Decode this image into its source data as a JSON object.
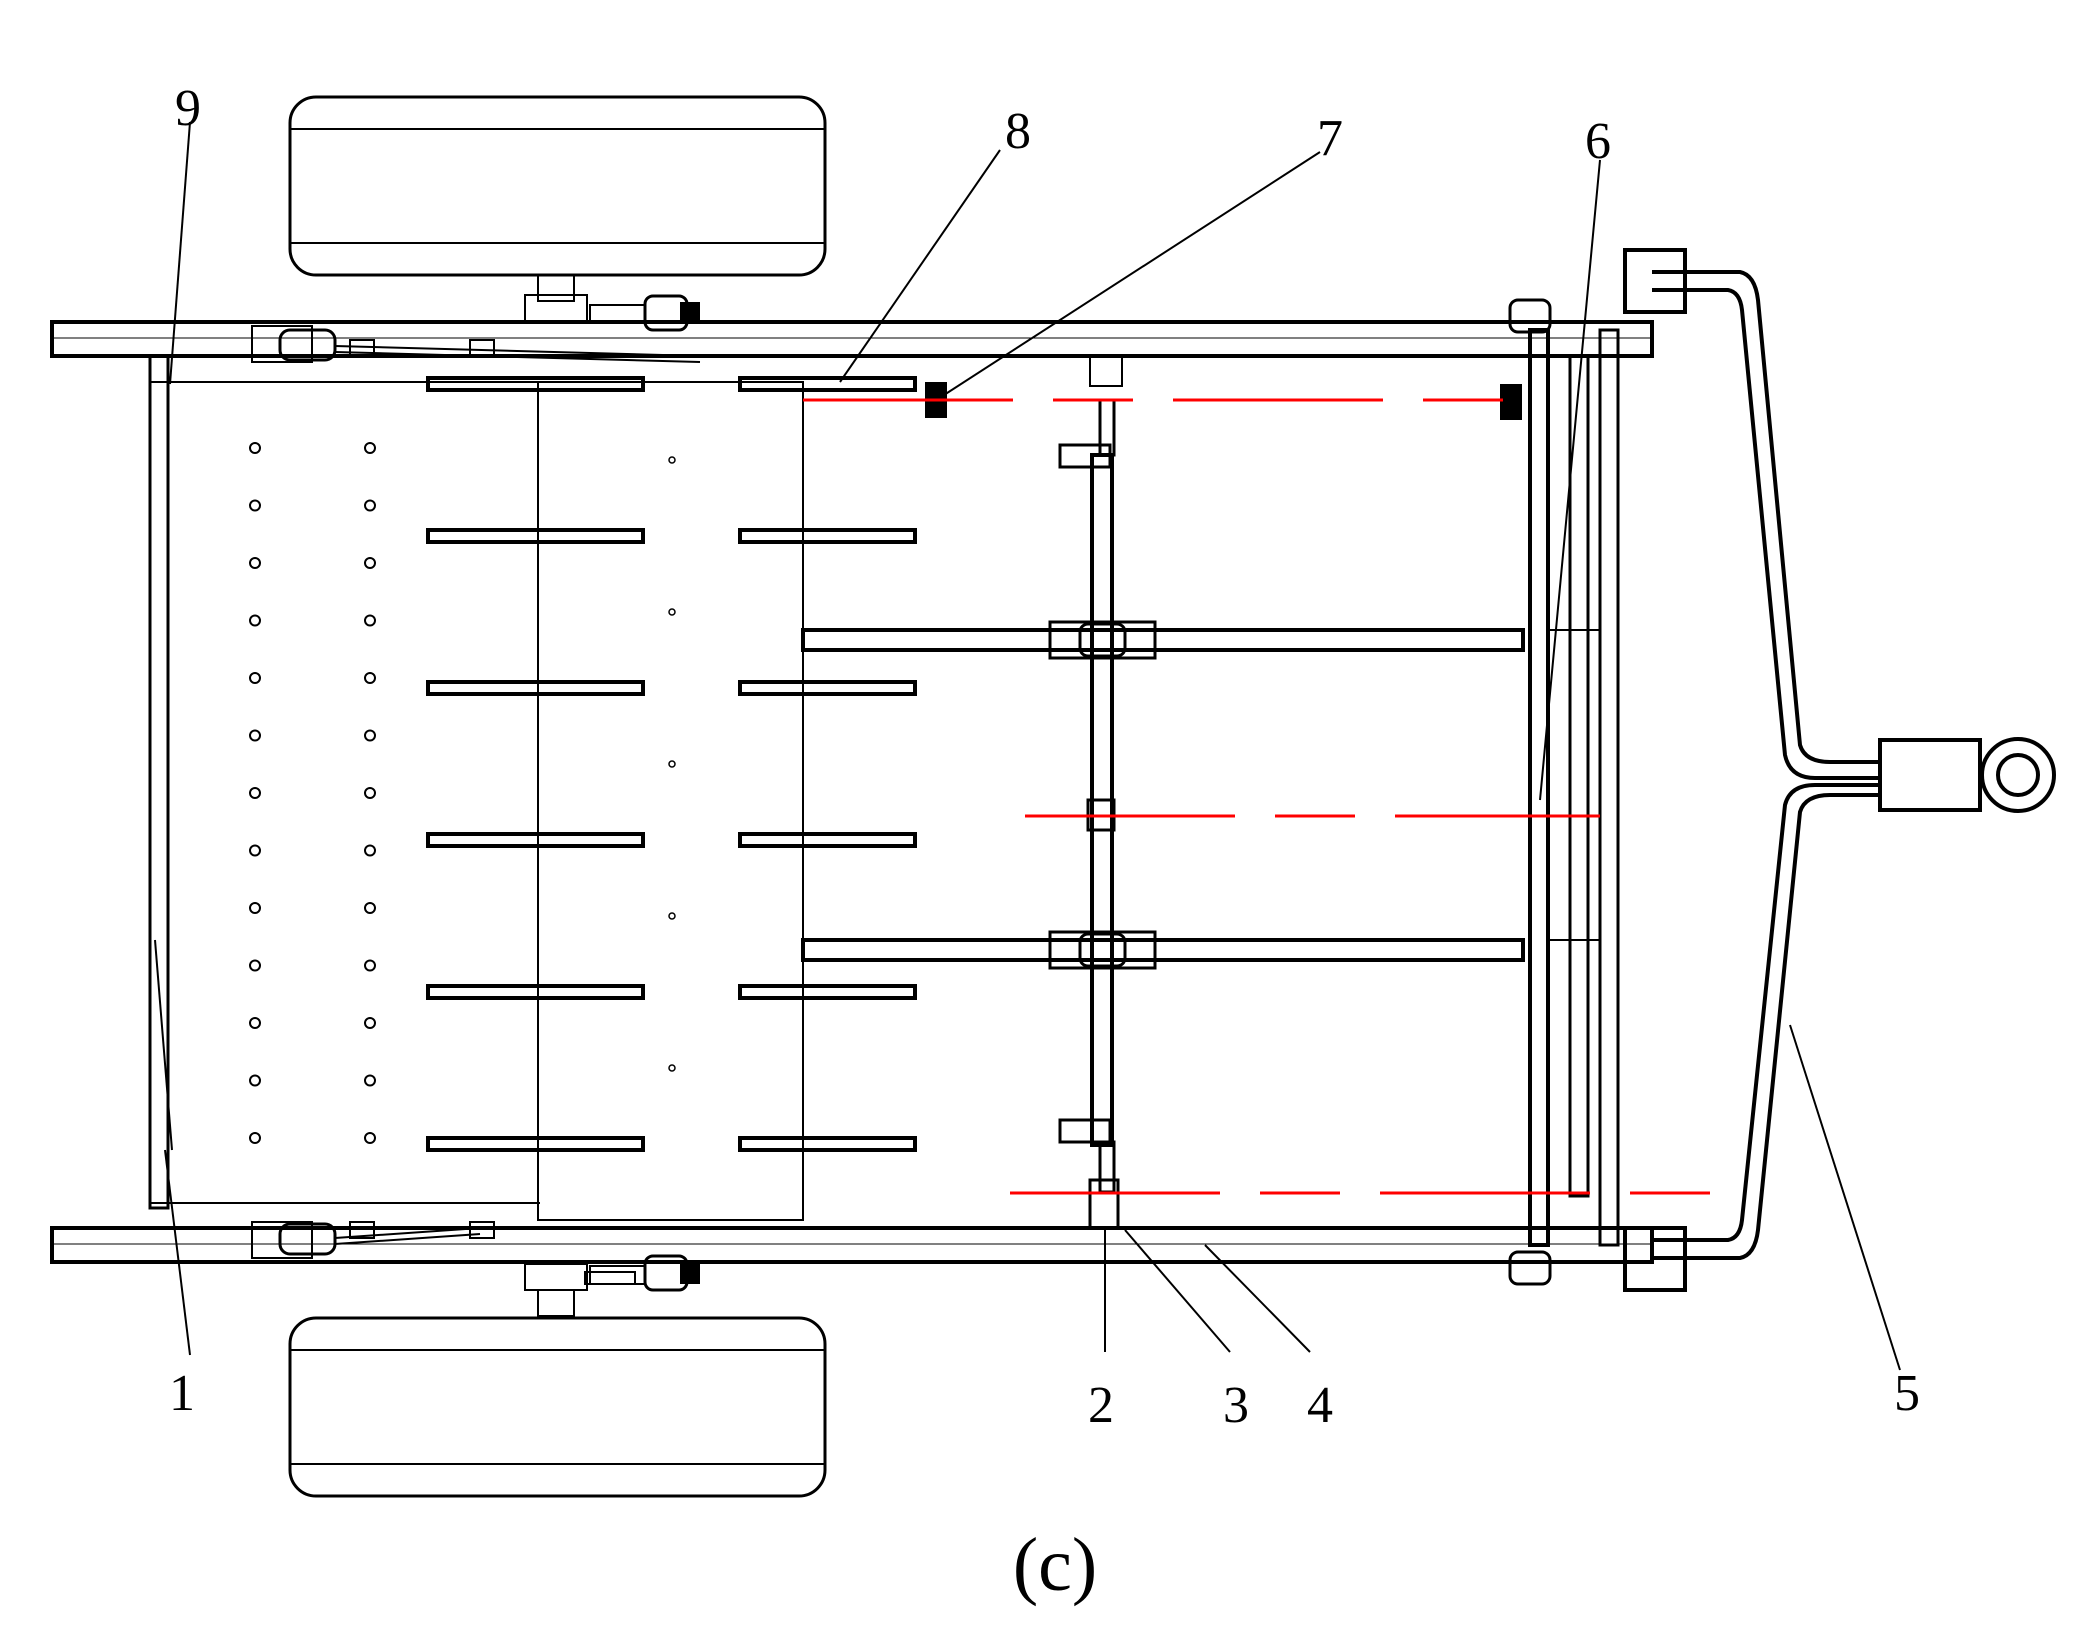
{
  "figure": {
    "caption": "(c)",
    "line_color": "#000000",
    "axis_line_color": "#ff0000",
    "labels": {
      "part_1": "1",
      "part_2": "2",
      "part_3": "3",
      "part_4": "4",
      "part_5": "5",
      "part_6": "6",
      "part_7": "7",
      "part_8": "8",
      "part_9": "9"
    }
  }
}
